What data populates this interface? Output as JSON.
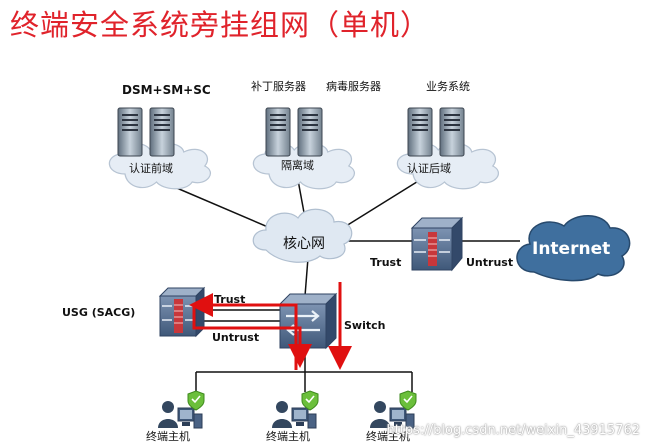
{
  "title": "终端安全系统旁挂组网（单机）",
  "nodes": {
    "dsm": "DSM+SM+SC",
    "patch": "补丁服务器",
    "av": "病毒服务器",
    "business": "业务系统",
    "auth_pre": "认证前域",
    "isolation": "隔离域",
    "auth_post": "认证后域",
    "core": "核心网",
    "internet": "Internet",
    "usg": "USG (SACG)",
    "switch": "Switch",
    "terminal": "终端主机"
  },
  "links": {
    "fw_trust": "Trust",
    "fw_untrust": "Untrust",
    "usg_trust": "Trust",
    "usg_untrust": "Untrust"
  },
  "colors": {
    "title": "#e0232b",
    "flow_arrow": "#e01010",
    "cloud_fill": "#dfe8f2",
    "internet_fill": "#3f6f9e"
  },
  "watermark": "https://blog.csdn.net/weixin_43915762"
}
